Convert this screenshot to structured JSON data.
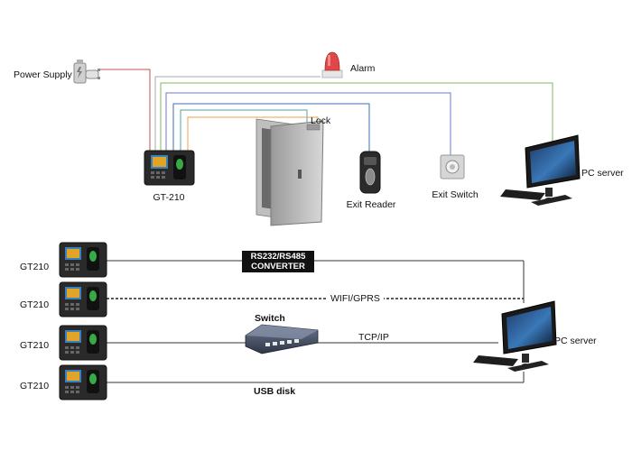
{
  "top_diagram": {
    "power_supply_label": "Power Supply",
    "alarm_label": "Alarm",
    "lock_label": "Lock",
    "device_label": "GT-210",
    "exit_reader_label": "Exit Reader",
    "exit_switch_label": "Exit Switch",
    "pc_server_label": "PC server",
    "wire_colors": {
      "power": "#c0504d",
      "alarm": "#a8a8a8",
      "pc": "#7fba5a",
      "exit_switch": "#6b7cc4",
      "exit_reader": "#3a6fb0",
      "door": "#49a6a6",
      "lock": "#e8a04a"
    }
  },
  "bottom_diagram": {
    "devices": [
      {
        "label": "GT210"
      },
      {
        "label": "GT210"
      },
      {
        "label": "GT210"
      },
      {
        "label": "GT210"
      }
    ],
    "converter_line1": "RS232/RS485",
    "converter_line2": "CONVERTER",
    "wifi_label": "WIFI/GPRS",
    "switch_label": "Switch",
    "tcpip_label": "TCP/IP",
    "usb_label": "USB disk",
    "pc_server_label": "PC server"
  }
}
